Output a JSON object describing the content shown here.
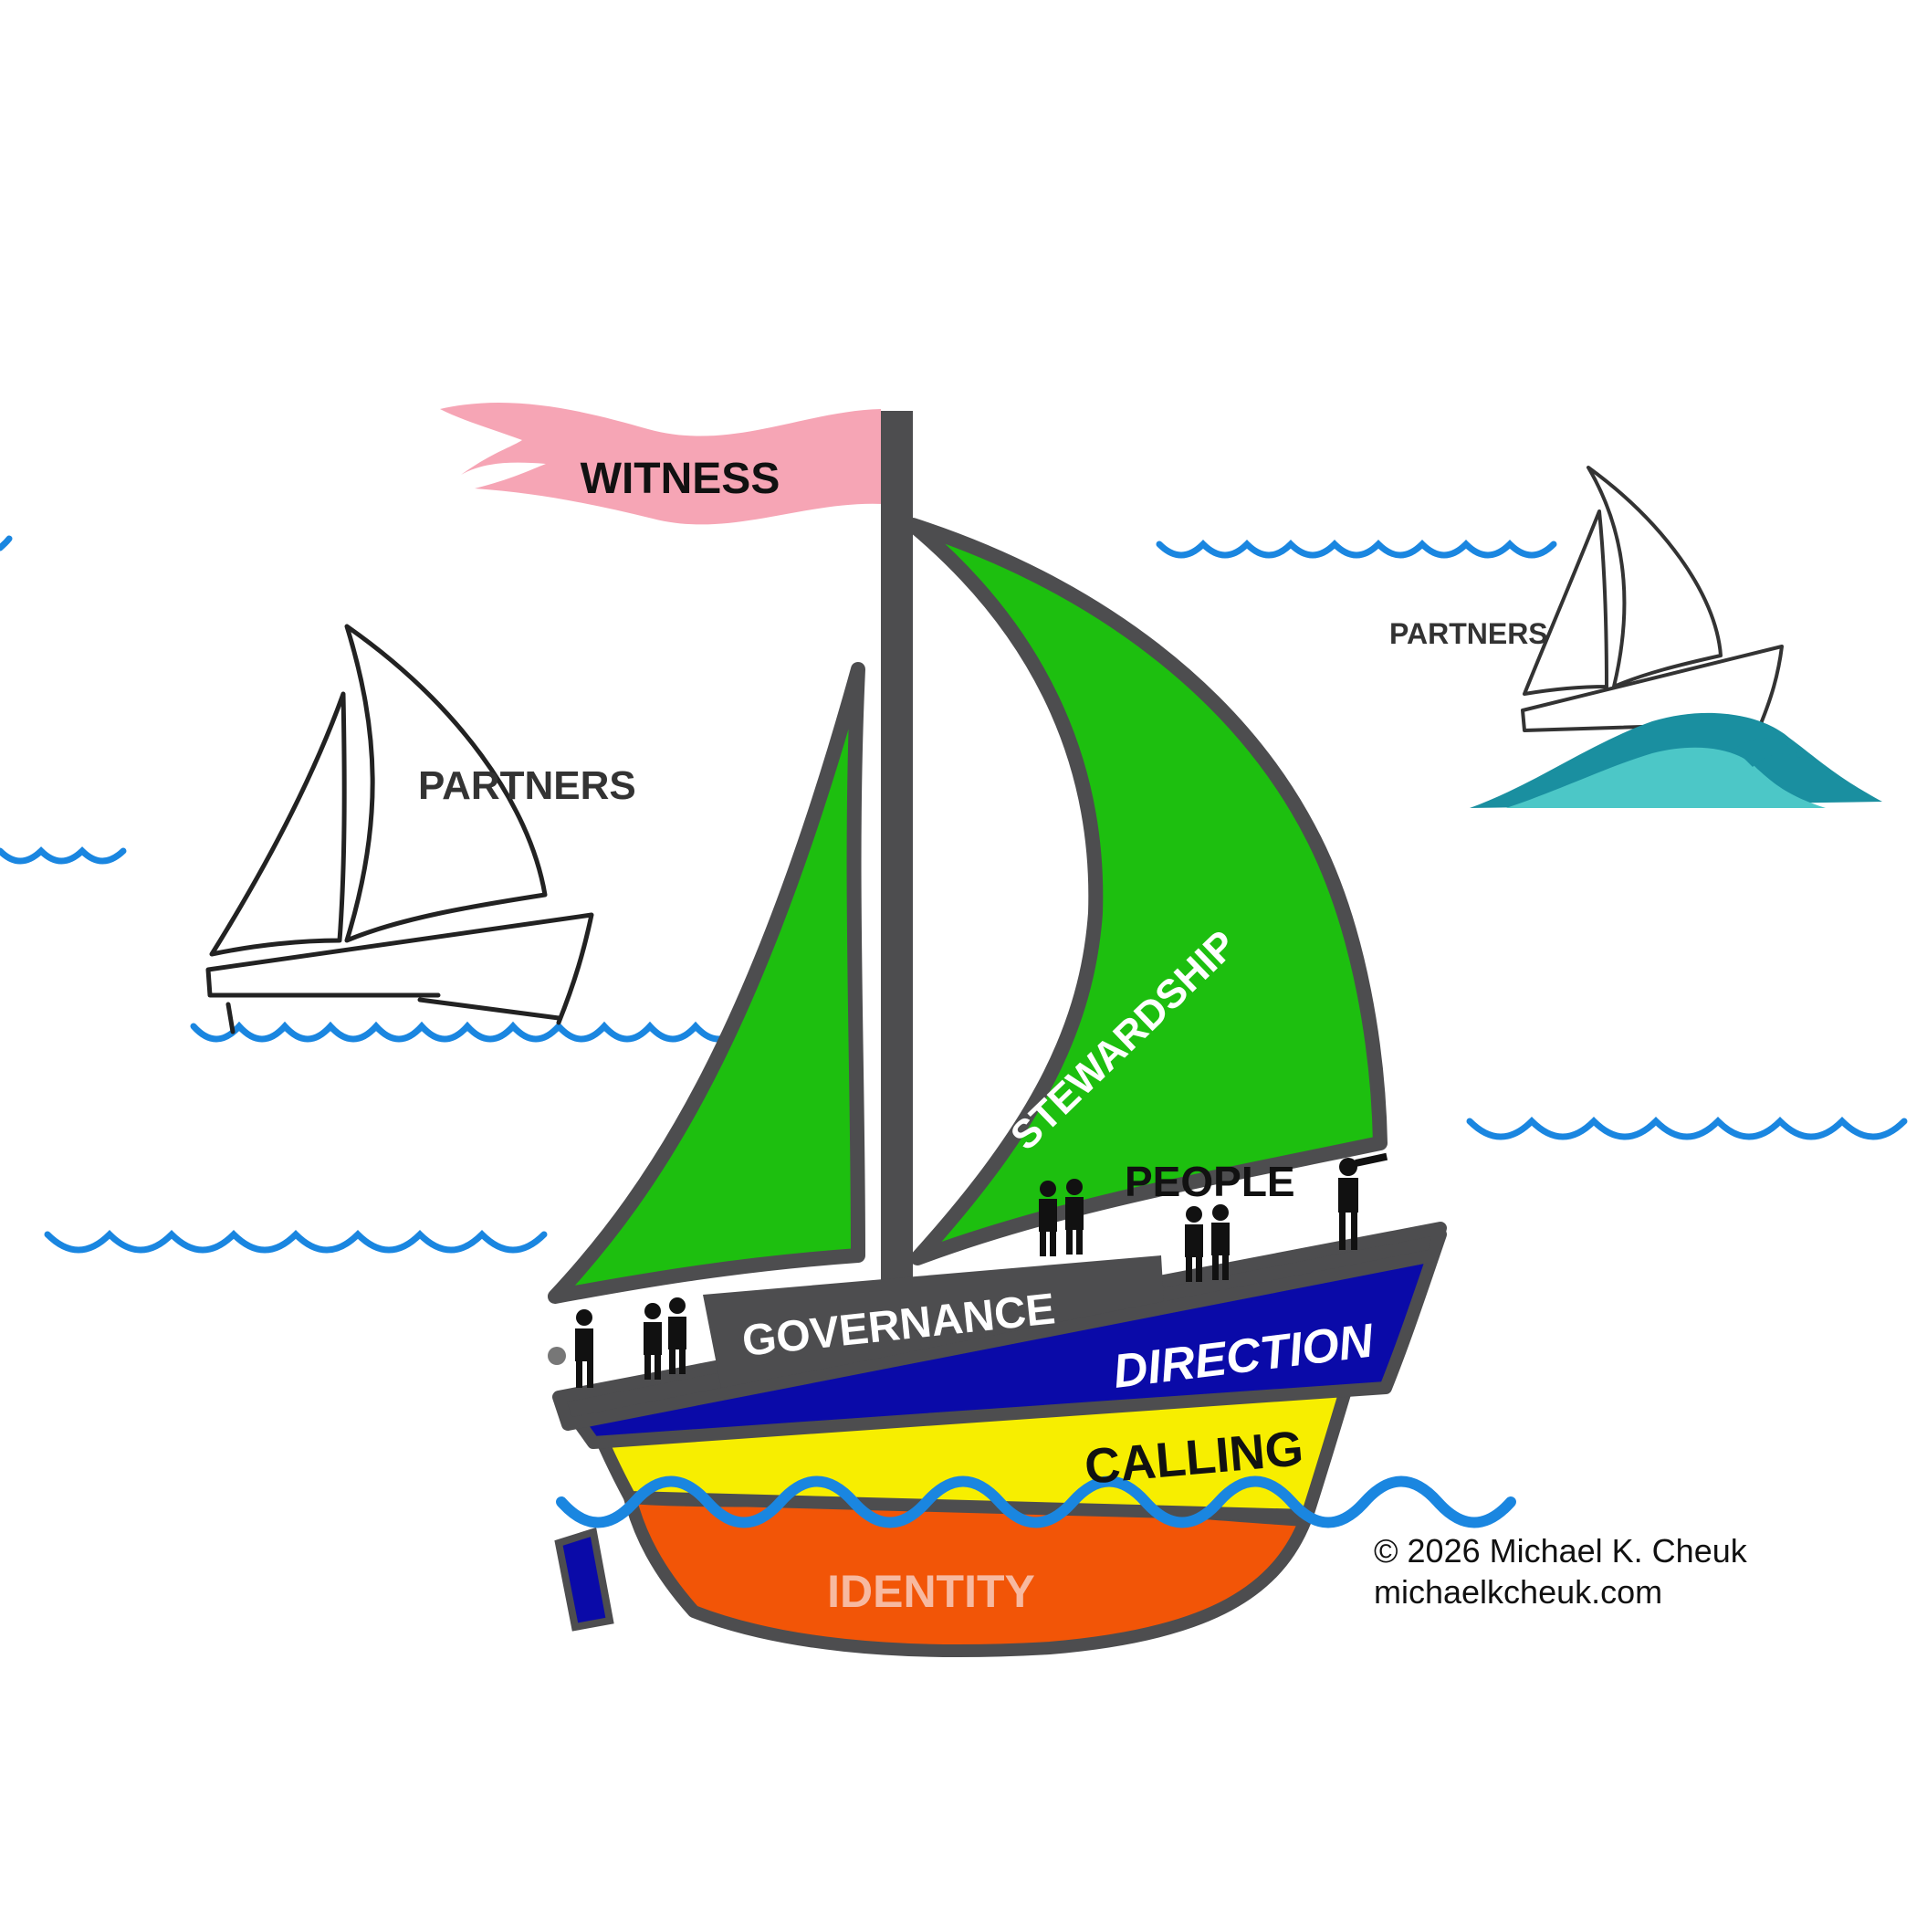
{
  "labels": {
    "flag": "WITNESS",
    "partners_left": "PARTNERS",
    "partners_right": "PARTNERS",
    "sail": "STEWARDSHIP",
    "people": "PEOPLE",
    "cabin": "GOVERNANCE",
    "direction": "DIRECTION",
    "calling": "CALLING",
    "identity": "IDENTITY"
  },
  "copyright": {
    "line1": "© 2026 Michael K. Cheuk",
    "line2": "michaelkcheuk.com"
  },
  "colors": {
    "flag": "#f6a5b5",
    "sail": "#1dbf0f",
    "mast_outline": "#4d4d4f",
    "direction_band": "#0a0aa8",
    "calling_band": "#f7ee00",
    "identity_band": "#f25507",
    "wave": "#1a86e0",
    "partner_wave_dark": "#1a8fa0",
    "partner_wave_light": "#4cc7c7",
    "people": "#111111"
  }
}
